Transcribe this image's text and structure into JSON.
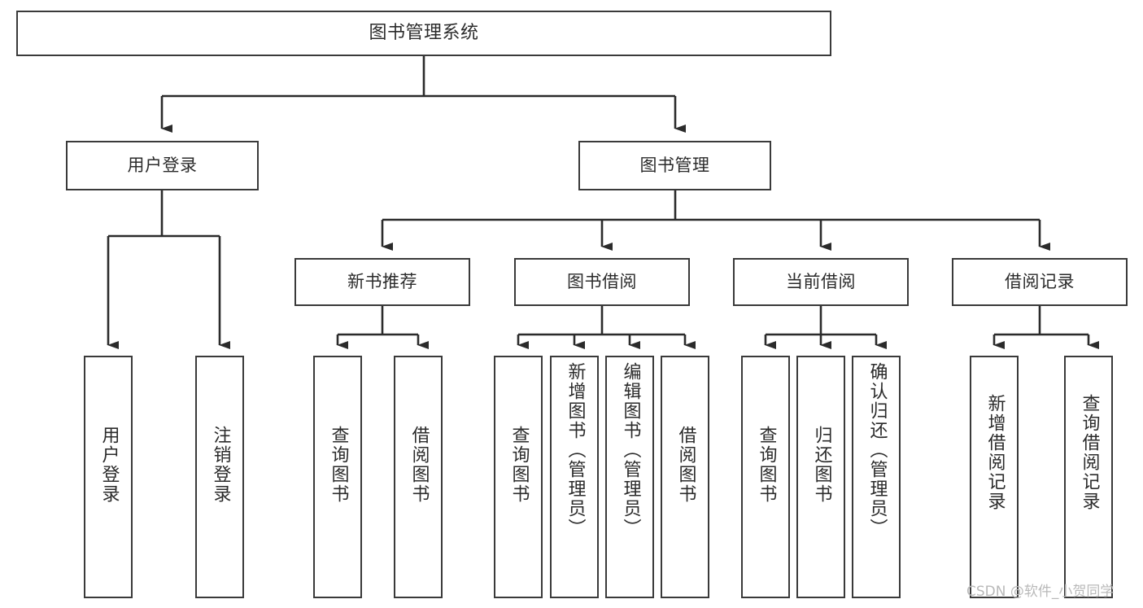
{
  "diagram": {
    "title": "图书管理系统",
    "type": "tree-hierarchy-chart",
    "watermark": "CSDN @软件_小贺同学",
    "colors": {
      "box_border": "#3a3a3a",
      "box_fill": "#ffffff",
      "connector": "#2b2b2b",
      "text": "#2b2b2b",
      "watermark": "#b9b9b9",
      "background": "#ffffff"
    },
    "root": {
      "id": "root",
      "label": "图书管理系统"
    },
    "level2": [
      {
        "id": "user-login",
        "label": "用户登录"
      },
      {
        "id": "book-management",
        "label": "图书管理"
      }
    ],
    "level3": [
      {
        "id": "new-book-recommend",
        "label": "新书推荐"
      },
      {
        "id": "book-borrow",
        "label": "图书借阅"
      },
      {
        "id": "current-borrow",
        "label": "当前借阅"
      },
      {
        "id": "borrow-record",
        "label": "借阅记录"
      }
    ],
    "leaves": {
      "user_login": [
        {
          "id": "leaf-user-login",
          "label": "用户登录"
        },
        {
          "id": "leaf-logout-login",
          "label": "注销登录"
        }
      ],
      "new_book_recommend": [
        {
          "id": "leaf-query-book-1",
          "label": "查询图书"
        },
        {
          "id": "leaf-borrow-book-1",
          "label": "借阅图书"
        }
      ],
      "book_borrow": [
        {
          "id": "leaf-query-book-2",
          "label": "查询图书"
        },
        {
          "id": "leaf-add-book",
          "label": "新增图书（管理员）"
        },
        {
          "id": "leaf-edit-book",
          "label": "编辑图书（管理员）"
        },
        {
          "id": "leaf-borrow-book-2",
          "label": "借阅图书"
        }
      ],
      "current_borrow": [
        {
          "id": "leaf-query-book-3",
          "label": "查询图书"
        },
        {
          "id": "leaf-return-book",
          "label": "归还图书"
        },
        {
          "id": "leaf-confirm-return",
          "label": "确认归还（管理员）"
        }
      ],
      "borrow_record": [
        {
          "id": "leaf-add-record",
          "label": "新增借阅记录"
        },
        {
          "id": "leaf-query-record",
          "label": "查询借阅记录"
        }
      ]
    }
  }
}
